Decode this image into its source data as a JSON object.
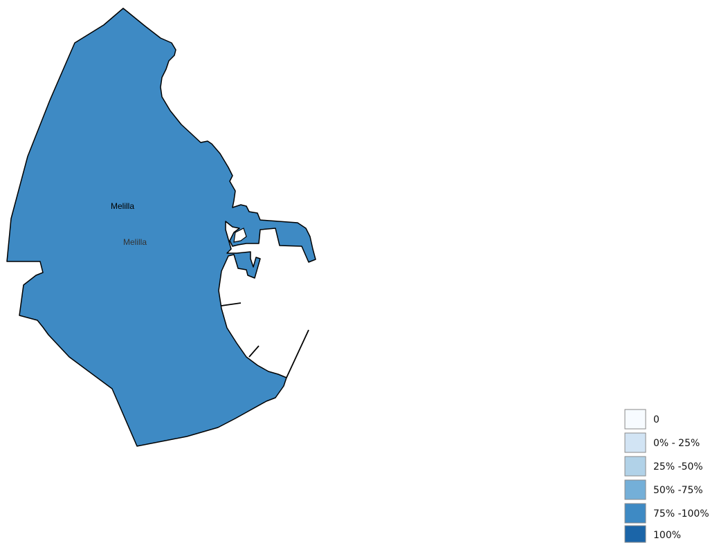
{
  "map": {
    "region_label": "Melilla",
    "sublabel": "Melilla",
    "region_fill": "#3e8ac4",
    "outline_color": "#000000",
    "region_value_class": "75% -100%"
  },
  "legend": {
    "placement": "bottom-right",
    "items": [
      {
        "label": "0",
        "color": "#f7fbff"
      },
      {
        "label": "0% - 25%",
        "color": "#d2e4f4"
      },
      {
        "label": "25% -50%",
        "color": "#b1d2e8"
      },
      {
        "label": "50% -75%",
        "color": "#74afd8"
      },
      {
        "label": "75% -100%",
        "color": "#3e8ac4"
      },
      {
        "label": "100%",
        "color": "#1b65a8"
      }
    ]
  }
}
